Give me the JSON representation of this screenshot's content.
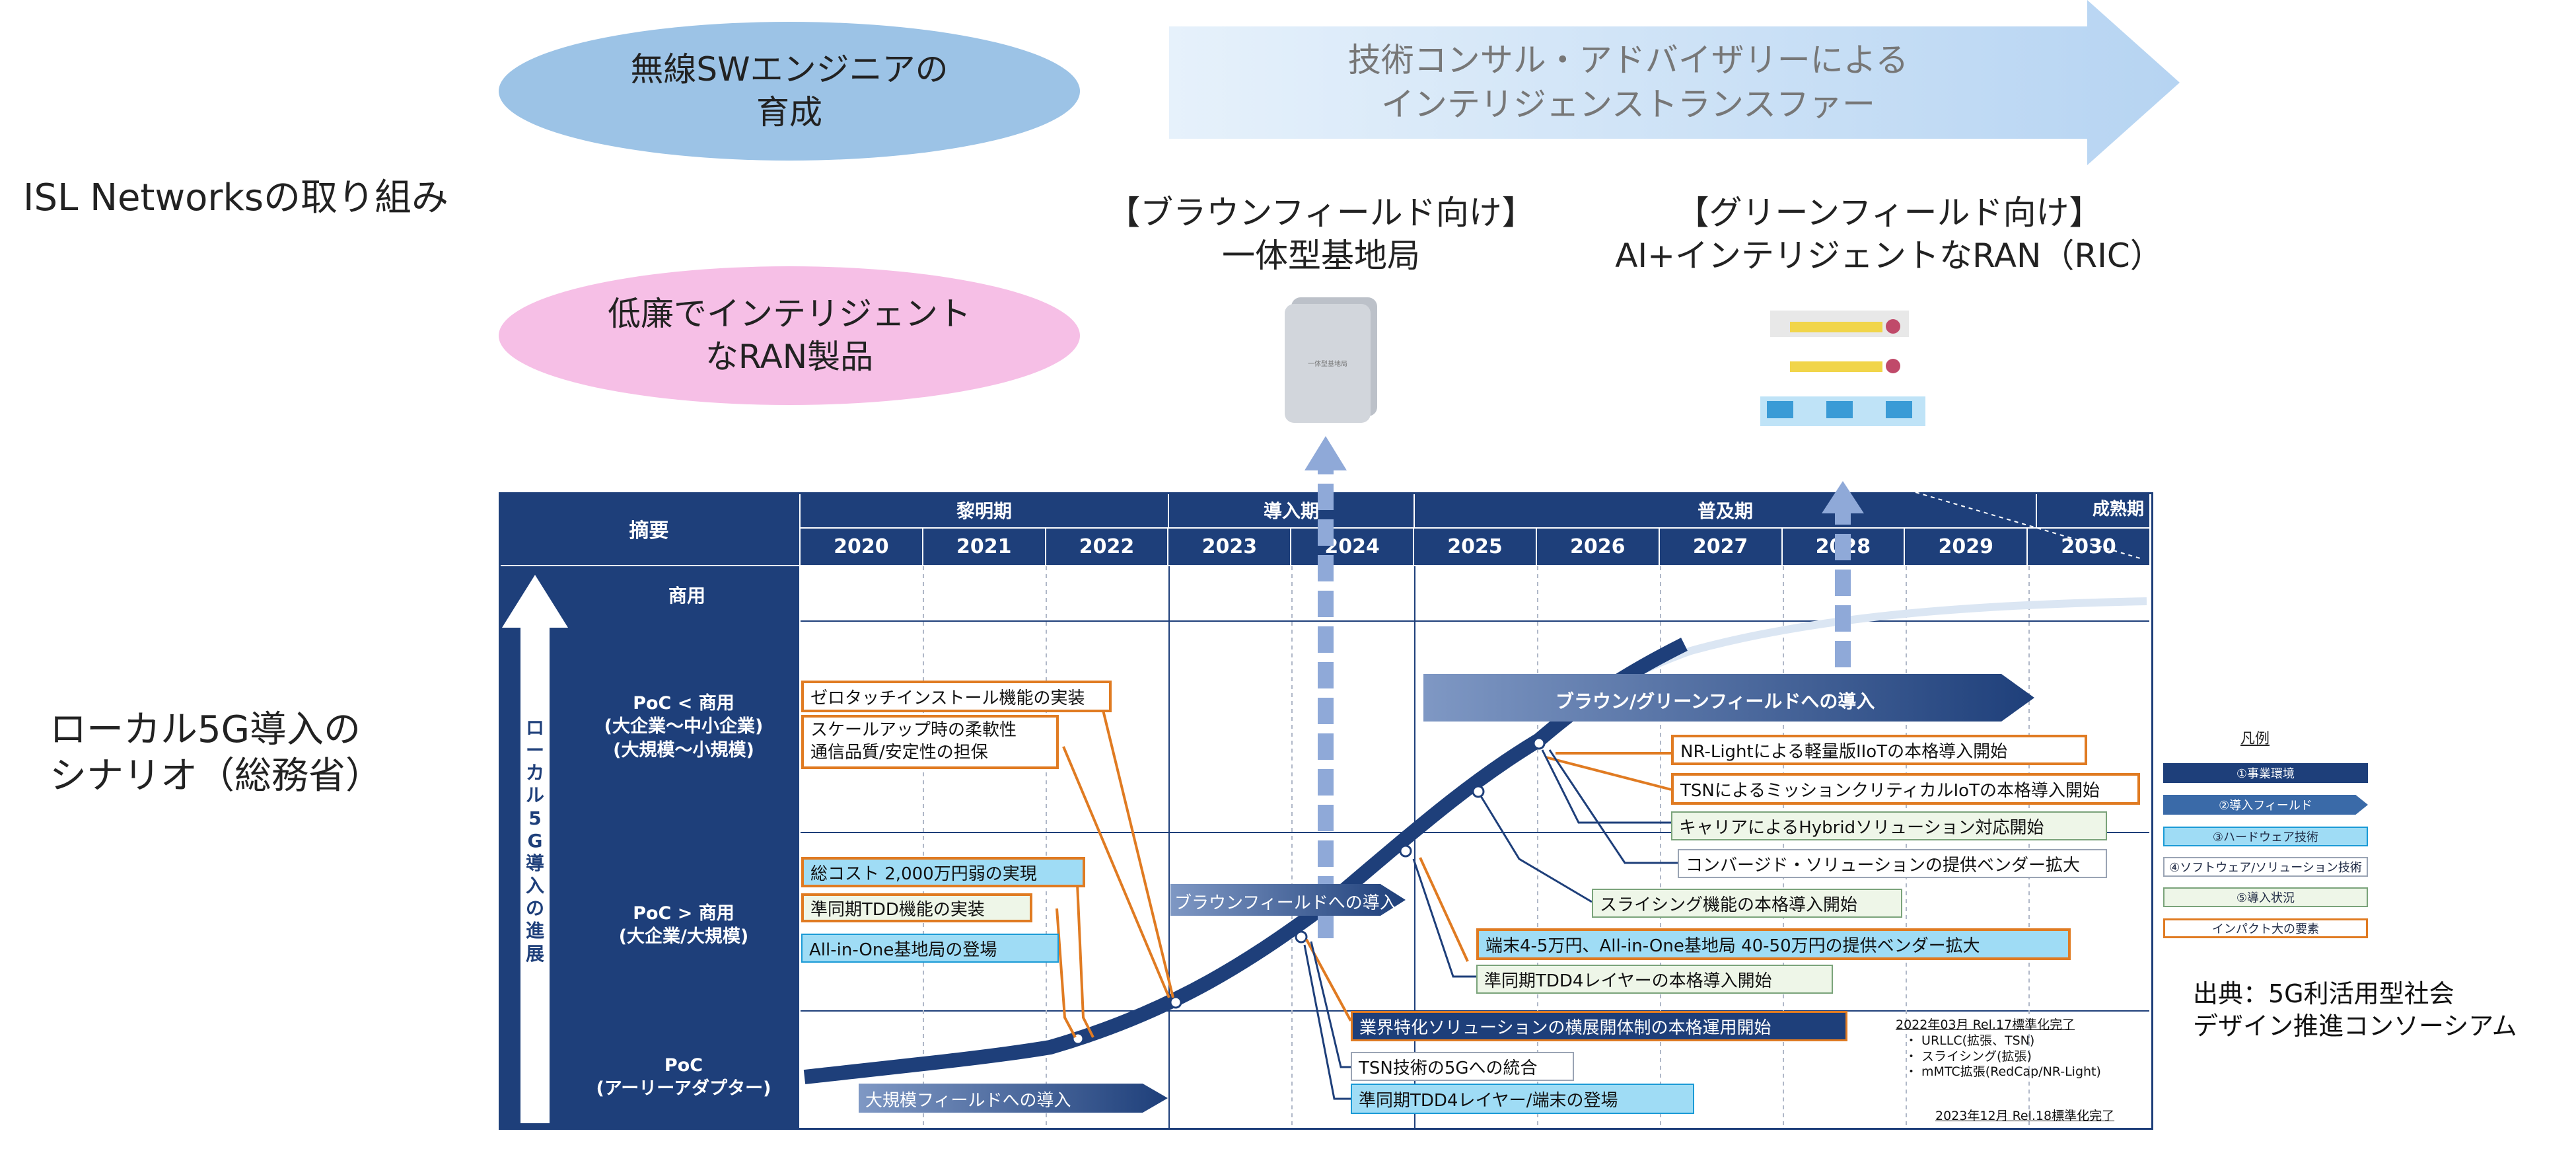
{
  "top": {
    "ellipse1": [
      "無線SWエンジニアの",
      "育成"
    ],
    "ellipse2": [
      "低廉でインテリジェント",
      "なRAN製品"
    ],
    "arrow": [
      "技術コンサル・アドバイザリーによる",
      "インテリジェンストランスファー"
    ],
    "brownfield": [
      "【ブラウンフィールド向け】",
      "一体型基地局"
    ],
    "greenfield": [
      "【グリーンフィールド向け】",
      "AI+インテリジェントなRAN（RIC）"
    ],
    "device_label": "一体型基地局"
  },
  "left": {
    "isl": "ISL Networksの取り組み",
    "local5g": [
      "ローカル5G導入の",
      "シナリオ（総務省）"
    ]
  },
  "table": {
    "summary": "摘要",
    "periods": [
      "黎明期",
      "導入期",
      "普及期",
      "成熟期"
    ],
    "years": [
      "2020",
      "2021",
      "2022",
      "2023",
      "2024",
      "2025",
      "2026",
      "2027",
      "2028",
      "2029",
      "2030"
    ],
    "rows": {
      "commercial": "商用",
      "poc_gt": [
        "PoC < 商用",
        "(大企業～中小企業)",
        "(大規模～小規模)"
      ],
      "poc_lt": [
        "PoC > 商用",
        "(大企業/大規模)"
      ],
      "poc": [
        "PoC",
        "(アーリーアダプター)"
      ]
    },
    "vertical_label": [
      "ロ",
      "ー",
      "カ",
      "ル",
      "5",
      "G",
      "導",
      "入",
      "の",
      "進",
      "展"
    ]
  },
  "boxes": {
    "zero_touch": "ゼロタッチインストール機能の実装",
    "scale_up": [
      "スケールアップ時の柔軟性",
      "通信品質/安定性の担保"
    ],
    "total_cost": "総コスト 2,000万円弱の実現",
    "tdd": "準同期TDD機能の実装",
    "aio": "All-in-One基地局の登場",
    "nr_light": "NR-Lightによる軽量版IIoTの本格導入開始",
    "tsn_mission": "TSNによるミッションクリティカルIoTの本格導入開始",
    "carrier_hybrid": "キャリアによるHybridソリューション対応開始",
    "converged": "コンバージド・ソリューションの提供ベンダー拡大",
    "slicing": "スライシング機能の本格導入開始",
    "terminal": "端末4-5万円、All-in-One基地局 40-50万円の提供ベンダー拡大",
    "tdd4": "準同期TDD4レイヤーの本格導入開始",
    "industry": "業界特化ソリューションの横展開体制の本格運用開始",
    "tsn_5g": "TSN技術の5Gへの統合",
    "tdd4_terminal": "準同期TDD4レイヤー/端末の登場"
  },
  "arrows": {
    "large_field": "大規模フィールドへの導入",
    "brownfield_intro": "ブラウンフィールドへの導入",
    "brown_green": "ブラウン/グリーンフィールドへの導入"
  },
  "notes": [
    "2022年03月 Rel.17標準化完了",
    "・ URLLC(拡張、TSN)",
    "・ スライシング(拡張)",
    "・ mMTC拡張(RedCap/NR-Light)",
    "2023年12月 Rel.18標準化完了"
  ],
  "legend": {
    "title": "凡例",
    "items": [
      "①事業環境",
      "②導入フィールド",
      "③ハードウェア技術",
      "④ソフトウェア/ソリューション技術",
      "⑤導入状況",
      "インパクト大の要素"
    ]
  },
  "source": [
    "出典：5G利活用型社会",
    "デザイン推進コンソーシアム"
  ],
  "colors": {
    "navy": "#1e3f7a",
    "orange": "#e07b22",
    "cyan": "#9fdcf5",
    "green": "#eef6e8"
  }
}
